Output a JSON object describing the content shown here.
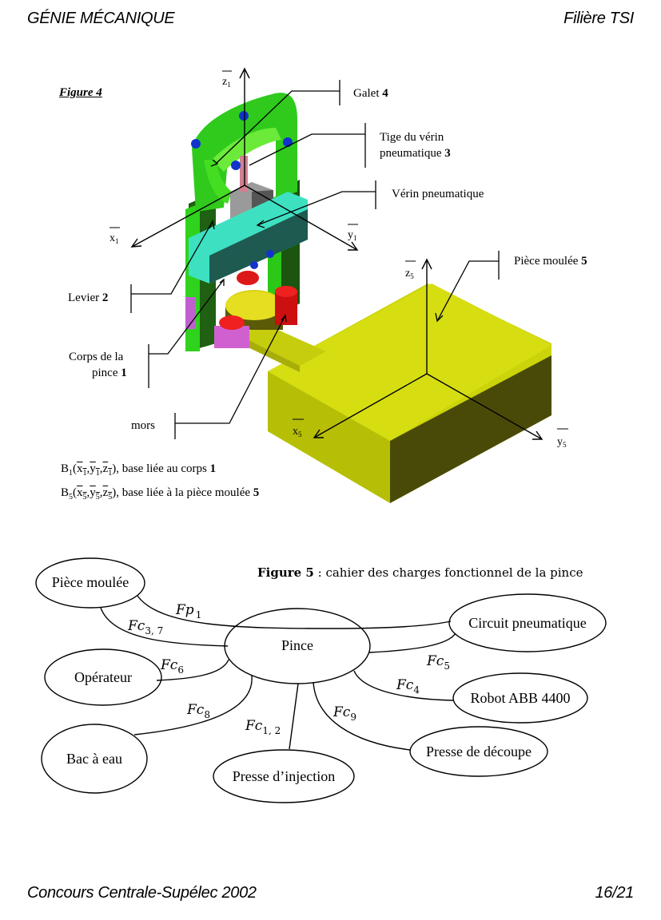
{
  "header": {
    "left": "GÉNIE MÉCANIQUE",
    "right": "Filière TSI"
  },
  "footer": {
    "left": "Concours Centrale-Supélec 2002",
    "right": "16/21"
  },
  "figure4": {
    "title": "Figure 4",
    "labels": {
      "galet": {
        "text": "Galet ",
        "num": "4"
      },
      "tige_line1": "Tige du vérin",
      "tige_line2": {
        "text": "pneumatique ",
        "num": "3"
      },
      "verin": "Vérin pneumatique",
      "piece": {
        "text": "Pièce moulée  ",
        "num": "5"
      },
      "levier": {
        "text": "Levier ",
        "num": "2"
      },
      "corps_line1": "Corps de la",
      "corps_line2": {
        "text": "pince ",
        "num": "1"
      },
      "mors": "mors"
    },
    "axes": {
      "x1": "x",
      "y1": "y",
      "z1": "z",
      "sub1": "1",
      "x5": "x",
      "y5": "y",
      "z5": "z",
      "sub5": "5"
    },
    "bases": [
      {
        "name": "B",
        "sub": "1",
        "vectors": [
          "x",
          "y",
          "z"
        ],
        "vsub": "1",
        "desc": ", base liée au corps ",
        "num": "1"
      },
      {
        "name": "B",
        "sub": "5",
        "vectors": [
          "x",
          "y",
          "z"
        ],
        "vsub": "5",
        "desc": ", base liée à la pièce moulée ",
        "num": "5"
      }
    ],
    "colors": {
      "frame_green": "#33cc22",
      "frame_dark": "#1a5a10",
      "cyan_bar": "#40e0c0",
      "cylinder_gray": "#999999",
      "jaw_red": "#dd1111",
      "jaw_pink": "#dd66dd",
      "part_yellow": "#d8e010",
      "part_dark": "#55550a",
      "bolt_blue": "#1133cc"
    }
  },
  "figure5": {
    "caption_bold": "Figure 5",
    "caption_rest": " : cahier des charges fonctionnel de la pince",
    "center": "Pince",
    "nodes": [
      {
        "id": "piece",
        "label": "Pièce moulée"
      },
      {
        "id": "circuit",
        "label": "Circuit pneumatique"
      },
      {
        "id": "operateur",
        "label": "Opérateur"
      },
      {
        "id": "robot",
        "label": "Robot ABB 4400"
      },
      {
        "id": "bac",
        "label": "Bac à eau"
      },
      {
        "id": "injection",
        "label": "Presse d’injection"
      },
      {
        "id": "decoupe",
        "label": "Presse de découpe"
      }
    ],
    "functions": [
      {
        "id": "fp1",
        "main": "Fp",
        "sub": "1"
      },
      {
        "id": "fc37",
        "main": "Fc",
        "sub": "3, 7"
      },
      {
        "id": "fc6",
        "main": "Fc",
        "sub": "6"
      },
      {
        "id": "fc5",
        "main": "Fc",
        "sub": "5"
      },
      {
        "id": "fc4",
        "main": "Fc",
        "sub": "4"
      },
      {
        "id": "fc8",
        "main": "Fc",
        "sub": "8"
      },
      {
        "id": "fc12",
        "main": "Fc",
        "sub": "1, 2"
      },
      {
        "id": "fc9",
        "main": "Fc",
        "sub": "9"
      }
    ]
  }
}
